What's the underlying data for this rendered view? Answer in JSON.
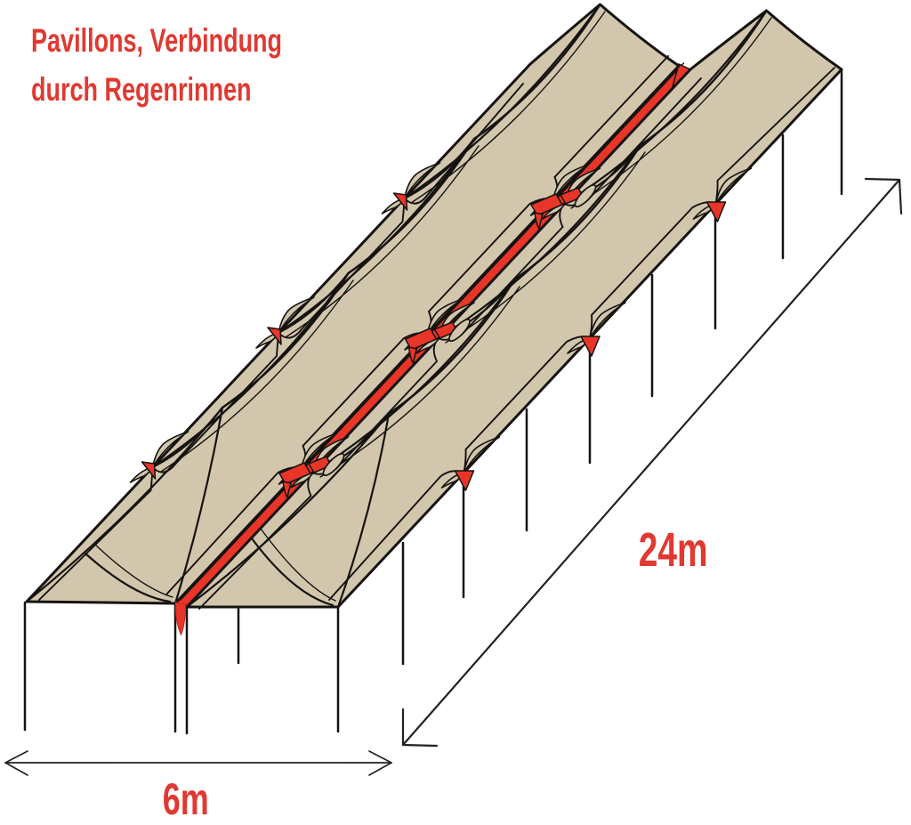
{
  "annotation": {
    "line1": "Pavillons, Verbindung",
    "line2": "durch Regenrinnen"
  },
  "dimensions": {
    "length_label": "24m",
    "width_label": "6m"
  },
  "scene": {
    "rows": 2,
    "bays_per_row": 4
  },
  "colors": {
    "background": "#ffffff",
    "fabric_tan": "#d2c6ad",
    "gutter_red": "#e93528",
    "label_red": "#e03931",
    "outline": "#151310",
    "dimension_line": "#222222"
  }
}
